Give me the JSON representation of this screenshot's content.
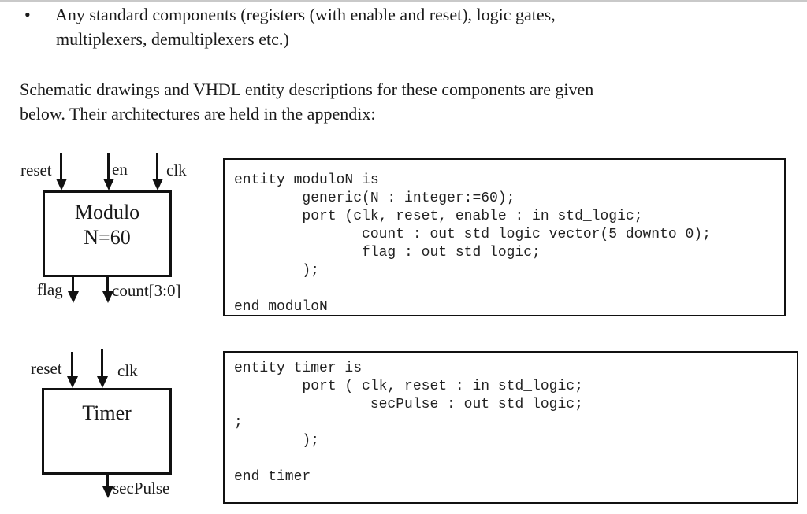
{
  "bullet": {
    "marker": "•",
    "line1": "Any standard components (registers (with enable and reset), logic gates,",
    "line2": "multiplexers, demultiplexers etc.)"
  },
  "intro": {
    "line1": "Schematic drawings and VHDL entity descriptions for these components are given",
    "line2": "below. Their architectures are held in the appendix:"
  },
  "modulo": {
    "schematic": {
      "title_line1": "Modulo",
      "title_line2": "N=60",
      "inputs": [
        {
          "label": "reset"
        },
        {
          "label": "en"
        },
        {
          "label": "clk"
        }
      ],
      "outputs": [
        {
          "label": "flag"
        },
        {
          "label": "count[3:0]"
        }
      ]
    },
    "code": [
      "entity moduloN is",
      "        generic(N : integer:=60);",
      "        port (clk, reset, enable : in std_logic;",
      "               count : out std_logic_vector(5 downto 0);",
      "               flag : out std_logic;",
      "        );",
      "",
      "end moduloN"
    ]
  },
  "timer": {
    "schematic": {
      "title": "Timer",
      "inputs": [
        {
          "label": "reset"
        },
        {
          "label": "clk"
        }
      ],
      "outputs": [
        {
          "label": "secPulse"
        }
      ]
    },
    "code": [
      "entity timer is",
      "        port ( clk, reset : in std_logic;",
      "                secPulse : out std_logic;",
      ";",
      "        );",
      "",
      "end timer"
    ]
  },
  "colors": {
    "ink": "#1a1a1a",
    "code_ink": "#222222",
    "line": "#111111",
    "page_edge": "#c9c9c9"
  }
}
